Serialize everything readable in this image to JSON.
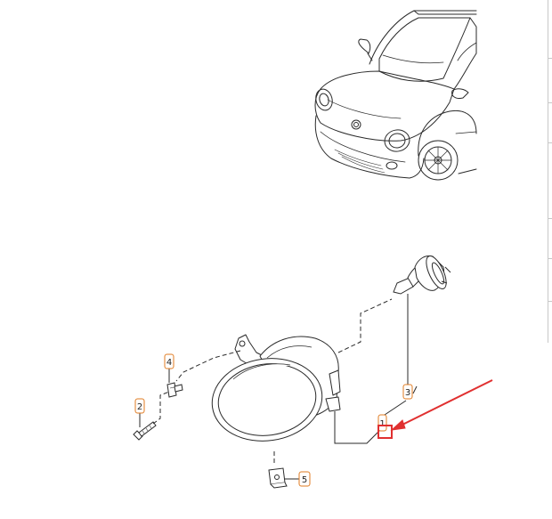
{
  "diagram": {
    "callouts": [
      {
        "id": "callout-1",
        "label": "1"
      },
      {
        "id": "callout-2",
        "label": "2"
      },
      {
        "id": "callout-3",
        "label": "3"
      },
      {
        "id": "callout-4",
        "label": "4"
      },
      {
        "id": "callout-5",
        "label": "5"
      }
    ],
    "colors": {
      "line": "#2a2a2a",
      "callout_border": "#e07b20",
      "highlight_arrow": "#e03030",
      "background": "#ffffff"
    },
    "icons": [
      "car-icon",
      "fog-lamp-icon",
      "bulb-icon",
      "screw-icon",
      "clip-icon",
      "nut-icon",
      "red-arrow-icon",
      "highlight-box-icon"
    ]
  }
}
